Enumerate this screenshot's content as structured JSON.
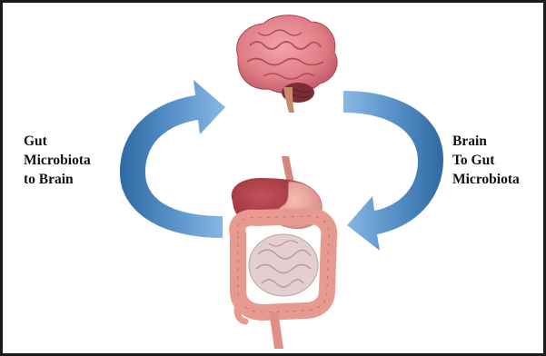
{
  "labels": {
    "left": [
      "Gut",
      "Microbiota",
      "to Brain"
    ],
    "right": [
      "Brain",
      "To Gut",
      "Microbiota"
    ]
  },
  "colors": {
    "frame": "#1a1a1a",
    "arrow_dark": "#2f6aa3",
    "arrow_mid": "#5b95cc",
    "arrow_light": "#8bb8e2",
    "brain": "#e07d86",
    "brain_shadow": "#b84d5c",
    "intestine": "#f0a79e",
    "intestine_dark": "#c76a6a",
    "small_intestine": "#e3cfcf",
    "liver": "#a5373f"
  },
  "icons": {
    "top": "brain-icon",
    "bottom": "digestive-system-icon",
    "left_arrow": "curved-arrow-up-icon",
    "right_arrow": "curved-arrow-down-icon"
  }
}
